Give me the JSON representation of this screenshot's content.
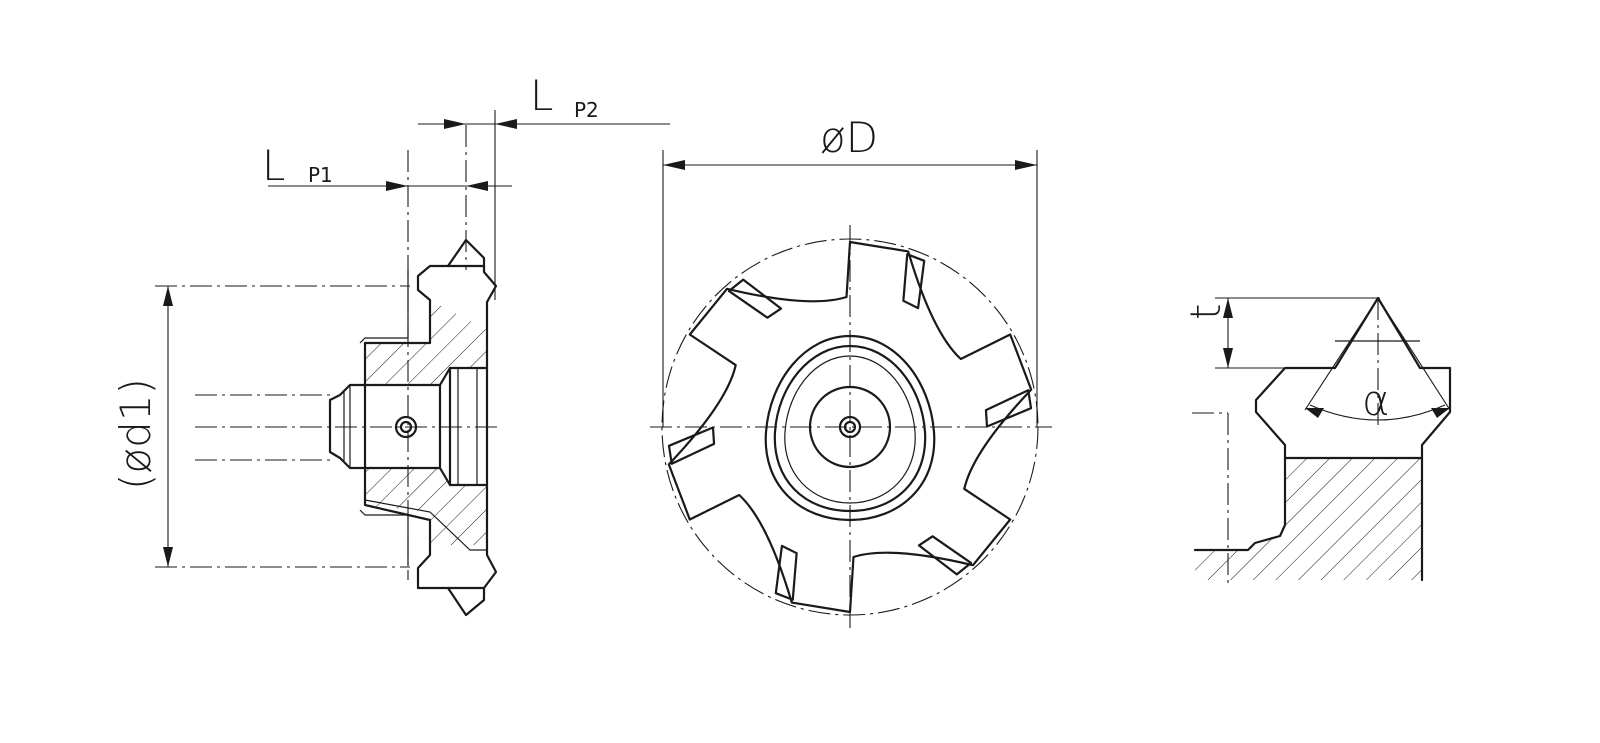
{
  "labels": {
    "lp1_main": "L",
    "lp1_sub": "P1",
    "lp2_main": "L",
    "lp2_sub": "P2",
    "dia_D": "øD",
    "dia_d1": "(ød1)",
    "depth_t": "t",
    "angle_alpha": "α"
  },
  "views": {
    "front_view": {
      "flutes": 6
    }
  }
}
